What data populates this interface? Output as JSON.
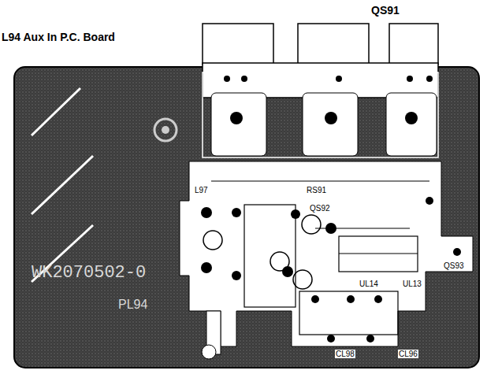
{
  "diagram": {
    "title": "L94 Aux In P.C. Board",
    "labels": [
      "QS91",
      "RS91",
      "QS92",
      "QS93",
      "L97",
      "UL14",
      "UL13",
      "CL98",
      "CL96",
      "WK2070502-0",
      "PL94"
    ]
  }
}
